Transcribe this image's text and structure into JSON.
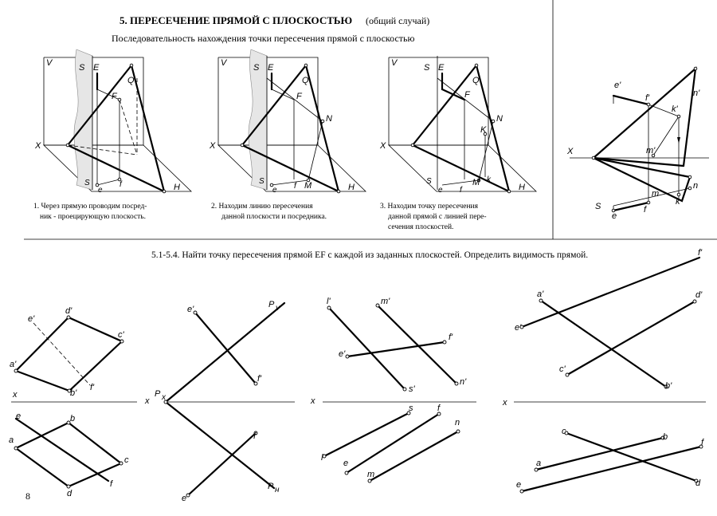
{
  "header": {
    "title": "5. ПЕРЕСЕЧЕНИЕ ПРЯМОЙ С ПЛОСКОСТЬЮ",
    "title_note": "(общий случай)",
    "subtitle": "Последовательность нахождения точки пересечения прямой с плоскостью"
  },
  "steps": [
    {
      "line1": "1. Через прямую проводим посред-",
      "line2": "ник - проецирующую плоскость.",
      "line3": ""
    },
    {
      "line1": "2. Находим линию пересечения",
      "line2": "данной плоскости и посредника.",
      "line3": ""
    },
    {
      "line1": "3. Находим точку пересечения",
      "line2": "данной прямой с линией пере-",
      "line3": "сечения плоскостей."
    }
  ],
  "task_text": "5.1-5.4. Найти точку пересечения прямой EF с каждой из заданных плоскостей.   Определить видимость прямой.",
  "page_number": "8",
  "labels": {
    "V": "V",
    "X": "X",
    "S": "S",
    "E": "E",
    "Q": "Q",
    "F": "F",
    "N": "N",
    "M": "M",
    "H": "H",
    "K": "K",
    "SH": "S",
    "H_sub": "н",
    "e": "e",
    "f": "f",
    "k": "k",
    "ep": "e'",
    "fp": "f'",
    "np": "n'",
    "mp": "m'",
    "kp": "k'",
    "m": "m",
    "n": "n",
    "x": "x",
    "a": "a",
    "b": "b",
    "c": "c",
    "d": "d",
    "ap": "a'",
    "bp": "b'",
    "cp": "c'",
    "dp": "d'",
    "P": "P",
    "Pv": "v",
    "Px": "x",
    "Ph": "н",
    "l": "l",
    "lp": "l'",
    "s": "s",
    "sp": "s'"
  }
}
